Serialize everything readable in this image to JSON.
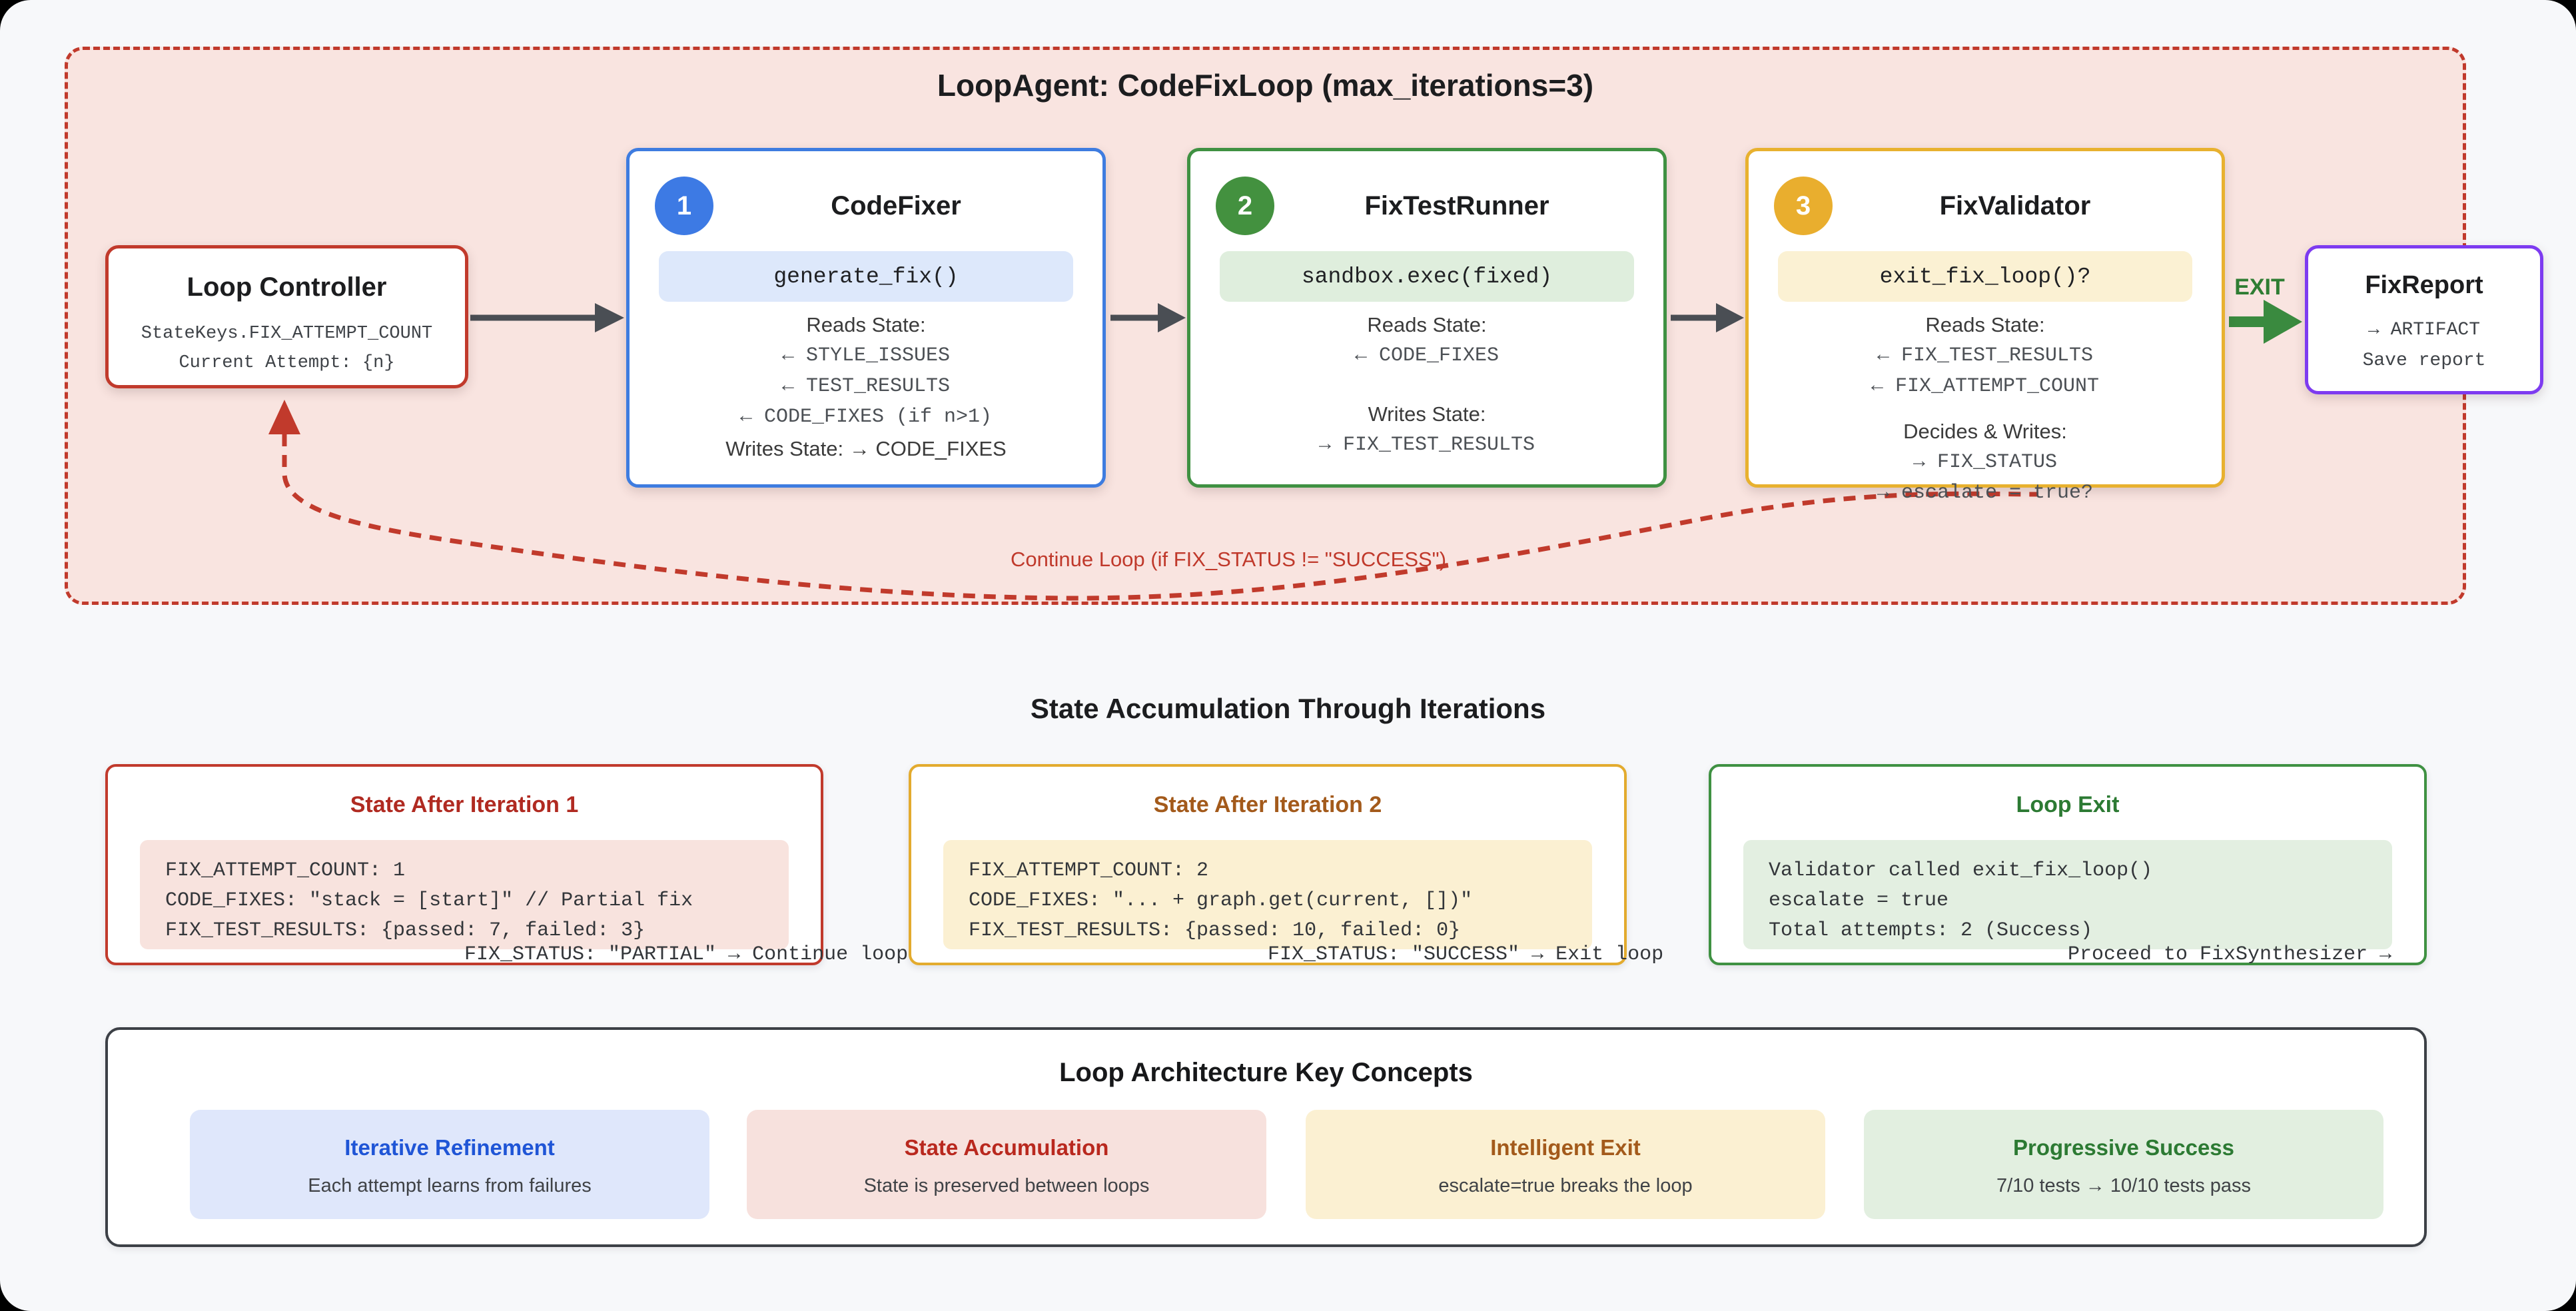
{
  "colors": {
    "page_bg": "#f7f8fa",
    "loop_bg": "#f9e4e0",
    "loop_red": "#c13a2c",
    "blue": "#3e7ce0",
    "green": "#3f9142",
    "amber": "#e8b12f",
    "purple": "#7d3bf0",
    "exit_green": "#3a8a3f",
    "dark_arrow": "#4a4e54"
  },
  "loop": {
    "title": "LoopAgent: CodeFixLoop (max_iterations=3)",
    "controller": {
      "title": "Loop Controller",
      "line1": "StateKeys.FIX_ATTEMPT_COUNT",
      "line2": "Current Attempt: {n}"
    },
    "agents": [
      {
        "num": "1",
        "title": "CodeFixer",
        "code": "generate_fix()",
        "reads_label": "Reads State:",
        "reads": [
          "← STYLE_ISSUES",
          "← TEST_RESULTS",
          "← CODE_FIXES (if n>1)"
        ],
        "writes_line": "Writes State: → CODE_FIXES"
      },
      {
        "num": "2",
        "title": "FixTestRunner",
        "code": "sandbox.exec(fixed)",
        "reads_label": "Reads State:",
        "reads": [
          "← CODE_FIXES"
        ],
        "writes_label": "Writes State:",
        "writes": [
          "→ FIX_TEST_RESULTS"
        ]
      },
      {
        "num": "3",
        "title": "FixValidator",
        "code": "exit_fix_loop()?",
        "reads_label": "Reads State:",
        "reads": [
          "← FIX_TEST_RESULTS",
          "← FIX_ATTEMPT_COUNT"
        ],
        "writes_label": "Decides & Writes:",
        "writes": [
          "→ FIX_STATUS",
          "→ escalate = true?"
        ]
      }
    ],
    "exit_label": "EXIT",
    "report": {
      "title": "FixReport",
      "line1": "→ ARTIFACT",
      "line2": "Save report"
    },
    "continue_label": "Continue Loop (if FIX_STATUS != \"SUCCESS\")"
  },
  "state_section": {
    "title": "State Accumulation Through Iterations",
    "boxes": [
      {
        "title": "State After Iteration 1",
        "lines": [
          "FIX_ATTEMPT_COUNT: 1",
          "CODE_FIXES: \"stack = [start]\" // Partial fix",
          "FIX_TEST_RESULTS: {passed: 7, failed: 3}"
        ],
        "overflow": "FIX_STATUS: \"PARTIAL\" → Continue loop"
      },
      {
        "title": "State After Iteration 2",
        "lines": [
          "FIX_ATTEMPT_COUNT: 2",
          "CODE_FIXES: \"... + graph.get(current, [])\"",
          "FIX_TEST_RESULTS: {passed: 10, failed: 0}"
        ],
        "overflow": "FIX_STATUS: \"SUCCESS\" → Exit loop"
      },
      {
        "title": "Loop Exit",
        "lines": [
          "Validator called exit_fix_loop()",
          "escalate = true",
          "Total attempts: 2 (Success)"
        ],
        "overflow": "Proceed to FixSynthesizer →"
      }
    ]
  },
  "concepts": {
    "title": "Loop Architecture Key Concepts",
    "items": [
      {
        "title": "Iterative Refinement",
        "desc": "Each attempt learns from failures"
      },
      {
        "title": "State Accumulation",
        "desc": "State is preserved between loops"
      },
      {
        "title": "Intelligent Exit",
        "desc": "escalate=true breaks the loop"
      },
      {
        "title": "Progressive Success",
        "desc": "7/10 tests → 10/10 tests pass"
      }
    ]
  }
}
